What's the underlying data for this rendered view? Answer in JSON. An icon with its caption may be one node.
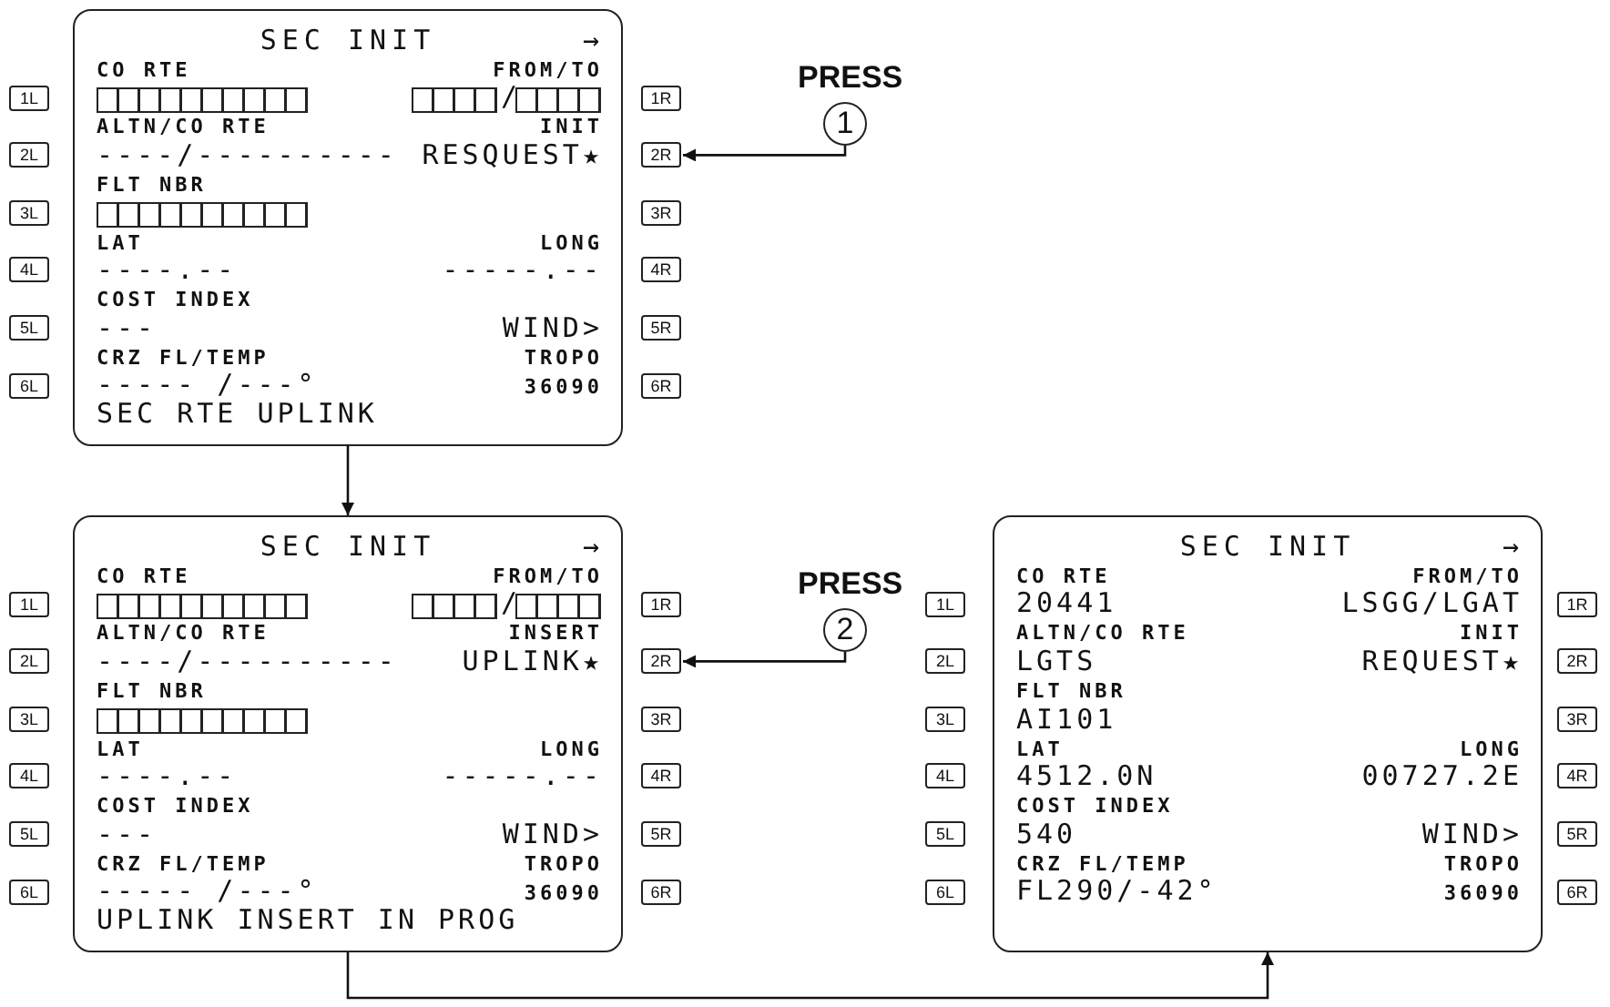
{
  "diagram": {
    "nodes": [
      {
        "text": [
          "SEC INIT",
          "→",
          "CO RTE",
          "FROM/TO",
          "/",
          "ALTN/CO RTE",
          "INIT",
          "----/----------",
          "RESQUEST★",
          "FLT NBR",
          "LAT",
          "LONG",
          "----.--",
          "-----.--",
          "COST INDEX",
          "---",
          "WIND>",
          "CRZ FL/TEMP",
          "TROPO",
          "----- /---°",
          "36090",
          "SEC RTE UPLINK"
        ]
      },
      {
        "text": [
          "1L"
        ]
      },
      {
        "text": [
          "1R"
        ]
      },
      {
        "text": [
          "2L"
        ]
      },
      {
        "text": [
          "2R"
        ]
      },
      {
        "text": [
          "3L"
        ]
      },
      {
        "text": [
          "3R"
        ]
      },
      {
        "text": [
          "4L"
        ]
      },
      {
        "text": [
          "4R"
        ]
      },
      {
        "text": [
          "5L"
        ]
      },
      {
        "text": [
          "5R"
        ]
      },
      {
        "text": [
          "6L"
        ]
      },
      {
        "text": [
          "6R"
        ]
      },
      {
        "text": [
          "1"
        ],
        "beside": [
          "PRESS"
        ]
      },
      {
        "text": [
          "SEC INIT",
          "→",
          "CO RTE",
          "FROM/TO",
          "/",
          "ALTN/CO RTE",
          "INSERT",
          "----/----------",
          "UPLINK★",
          "FLT NBR",
          "LAT",
          "LONG",
          "----.--",
          "-----.--",
          "COST INDEX",
          "---",
          "WIND>",
          "CRZ FL/TEMP",
          "TROPO",
          "----- /---°",
          "36090",
          "UPLINK INSERT IN PROG"
        ]
      },
      {
        "text": [
          "1L"
        ]
      },
      {
        "text": [
          "1R"
        ]
      },
      {
        "text": [
          "2L"
        ]
      },
      {
        "text": [
          "2R"
        ]
      },
      {
        "text": [
          "3L"
        ]
      },
      {
        "text": [
          "3R"
        ]
      },
      {
        "text": [
          "4L"
        ]
      },
      {
        "text": [
          "4R"
        ]
      },
      {
        "text": [
          "5L"
        ]
      },
      {
        "text": [
          "5R"
        ]
      },
      {
        "text": [
          "6L"
        ]
      },
      {
        "text": [
          "6R"
        ]
      },
      {
        "text": [
          "2"
        ],
        "beside": [
          "PRESS"
        ]
      },
      {
        "text": [
          "SEC INIT",
          "→",
          "CO RTE",
          "FROM/TO",
          "20441",
          "LSGG/LGAT",
          "ALTN/CO RTE",
          "INIT",
          "LGTS",
          "REQUEST★",
          "FLT NBR",
          "AI101",
          "LAT",
          "LONG",
          "4512.0N",
          "00727.2E",
          "COST INDEX",
          "540",
          "WIND>",
          "CRZ FL/TEMP",
          "TROPO",
          "FL290/-42°",
          "36090"
        ]
      },
      {
        "text": [
          "1L"
        ]
      },
      {
        "text": [
          "1R"
        ]
      },
      {
        "text": [
          "2L"
        ]
      },
      {
        "text": [
          "2R"
        ]
      },
      {
        "text": [
          "3L"
        ]
      },
      {
        "text": [
          "3R"
        ]
      },
      {
        "text": [
          "4L"
        ]
      },
      {
        "text": [
          "4R"
        ]
      },
      {
        "text": [
          "5L"
        ]
      },
      {
        "text": [
          "5R"
        ]
      },
      {
        "text": [
          "6L"
        ]
      },
      {
        "text": [
          "6R"
        ]
      }
    ],
    "edges": [
      {
        "from": 13,
        "to": 4,
        "arrow": "to"
      },
      {
        "from": 0,
        "to": 14,
        "arrow": "to"
      },
      {
        "from": 27,
        "to": 18,
        "arrow": "to"
      },
      {
        "from": 14,
        "to": 28,
        "arrow": "to"
      }
    ]
  }
}
